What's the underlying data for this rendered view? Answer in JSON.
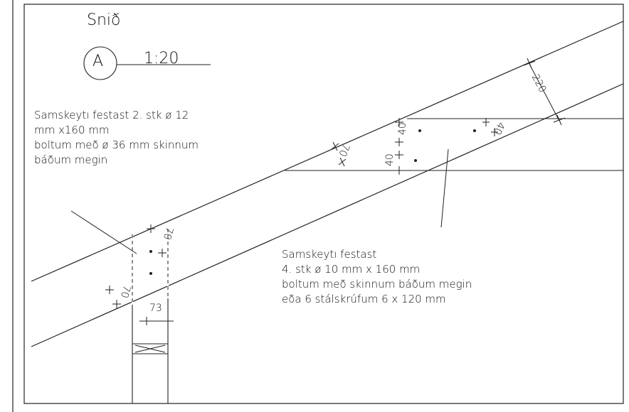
{
  "drawing": {
    "title": "Snið",
    "section_mark": "A",
    "scale": "1:20",
    "note_top": "Samskeytı festast 2. stk ø 12\nmm x160 mm\nboltum með ø 36 mm skinnum\nbáðum megin",
    "note_bottom": "Samskeytı festast\n4. stk ø 10 mm x 160 mm\nboltum með skinnum báðum megin\neða 6 stálskrúfum 6 x 120 mm",
    "dimensions": {
      "beam_depth": "220",
      "bolt_spacing_top": "40",
      "bolt_spacing_mid": "40",
      "bolt_spacing_right": "40",
      "bolt_spacing_left": "70",
      "post_top": "70",
      "post_left": "70",
      "post_width": "73"
    }
  }
}
